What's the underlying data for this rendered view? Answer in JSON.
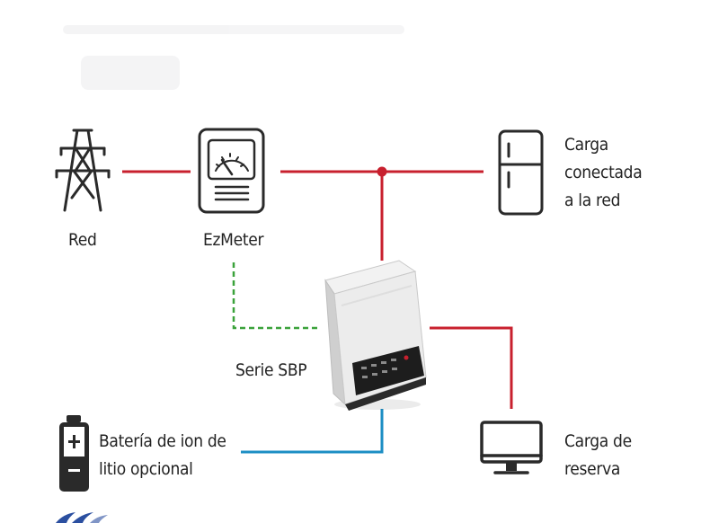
{
  "nodes": {
    "grid": {
      "label": "Red",
      "icon": "power-tower-icon"
    },
    "meter": {
      "label": "EzMeter",
      "icon": "analog-meter-icon"
    },
    "grid_load": {
      "label_lines": [
        "Carga",
        "conectada",
        "a la red"
      ],
      "icon": "refrigerator-icon"
    },
    "inverter": {
      "label": "Serie SBP",
      "icon": "inverter-icon"
    },
    "battery": {
      "label_lines": [
        "Batería de ion de",
        "litio opcional"
      ],
      "icon": "battery-icon"
    },
    "backup_load": {
      "label_lines": [
        "Carga de",
        "reserva"
      ],
      "icon": "monitor-icon"
    }
  },
  "colors": {
    "ac_line": "#c8202e",
    "comm_line": "#3aa23a",
    "dc_line": "#1c8ec4",
    "icon": "#2a2a2a"
  }
}
